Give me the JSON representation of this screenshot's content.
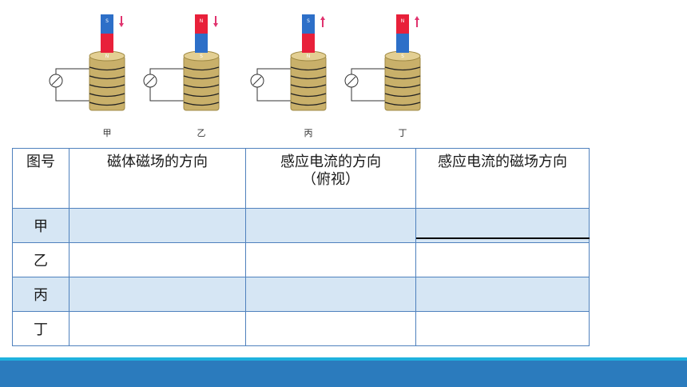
{
  "figure": {
    "labels": [
      "甲",
      "乙",
      "丙",
      "丁"
    ],
    "magnets": [
      {
        "top_pole": "S",
        "bottom_pole": "N",
        "motion": "down"
      },
      {
        "top_pole": "N",
        "bottom_pole": "S",
        "motion": "down"
      },
      {
        "top_pole": "S",
        "bottom_pole": "N",
        "motion": "up"
      },
      {
        "top_pole": "N",
        "bottom_pole": "S",
        "motion": "up"
      }
    ],
    "colors": {
      "north": "#e8203a",
      "south": "#2d6fc8",
      "coil": "#c9b06a",
      "arrow": "#e0336e"
    }
  },
  "table": {
    "headers": [
      "图号",
      "磁体磁场的方向",
      "感应电流的方向\n（俯视）",
      "感应电流的磁场方向"
    ],
    "rows": [
      [
        "甲",
        "",
        "",
        ""
      ],
      [
        "乙",
        "",
        "",
        ""
      ],
      [
        "丙",
        "",
        "",
        ""
      ],
      [
        "丁",
        "",
        "",
        ""
      ]
    ]
  },
  "colors": {
    "footer": "#2b7bbd",
    "footer_accent": "#1fb1de",
    "row_shade": "#d6e6f4",
    "border": "#4f81bd"
  }
}
